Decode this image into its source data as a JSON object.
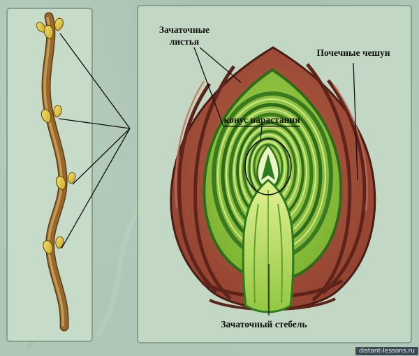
{
  "labels": {
    "rudimentary_leaves_line1": "Зачаточные",
    "rudimentary_leaves_line2": "листья",
    "bud_scales": "Почечные чешуи",
    "growth_cone": "конус нарастания",
    "rudimentary_stem": "Зачаточный стебель"
  },
  "watermark": "distant-lessons.ru",
  "colors": {
    "background": "#aec7b6",
    "panel_fill": "#c7dbc9",
    "panel_border": "#86a089",
    "scale_red": "#a14f3a",
    "scale_outline": "#4a1d14",
    "leaf_green": "#8cc13a",
    "leaf_outline": "#2e6b1b",
    "stem_green": "#b9dc55",
    "twig_brown": "#96682e",
    "bud_yellow": "#e6d24c",
    "annotation_line": "#111111"
  }
}
